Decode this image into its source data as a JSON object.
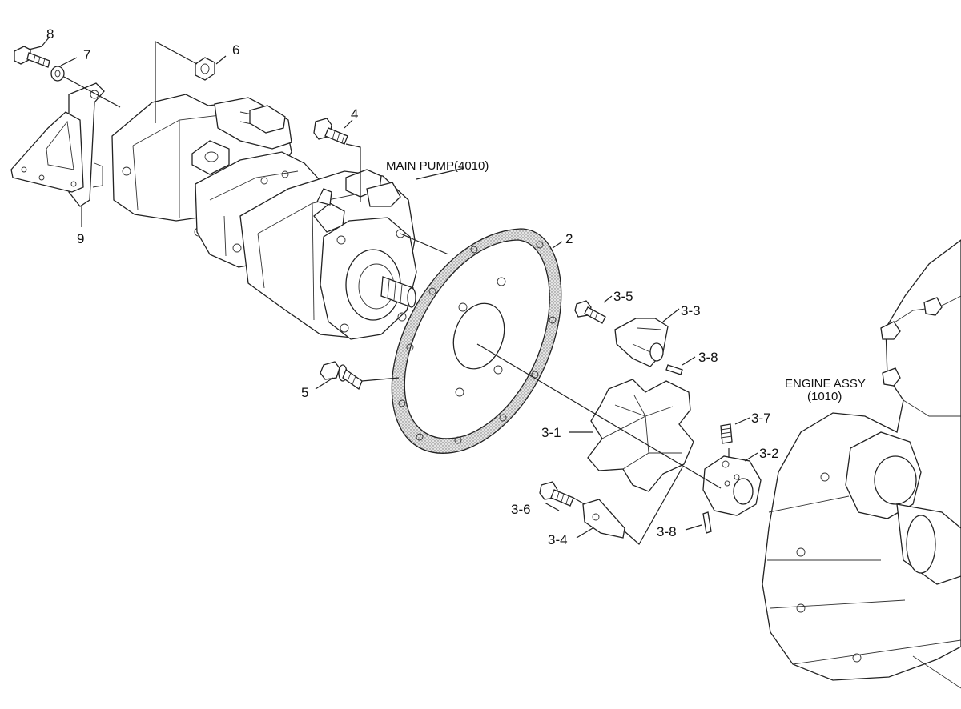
{
  "labels": {
    "main_pump": "MAIN PUMP(4010)",
    "engine_assy_line1": "ENGINE ASSY",
    "engine_assy_line2": "(1010)"
  },
  "callouts": [
    {
      "id": "p8",
      "text": "8"
    },
    {
      "id": "p7",
      "text": "7"
    },
    {
      "id": "p6",
      "text": "6"
    },
    {
      "id": "p4",
      "text": "4"
    },
    {
      "id": "p9",
      "text": "9"
    },
    {
      "id": "p2",
      "text": "2"
    },
    {
      "id": "p3-5",
      "text": "3-5"
    },
    {
      "id": "p3-3",
      "text": "3-3"
    },
    {
      "id": "p3-8a",
      "text": "3-8"
    },
    {
      "id": "p5",
      "text": "5"
    },
    {
      "id": "p3-7",
      "text": "3-7"
    },
    {
      "id": "p3-1",
      "text": "3-1"
    },
    {
      "id": "p3-2",
      "text": "3-2"
    },
    {
      "id": "p3-6",
      "text": "3-6"
    },
    {
      "id": "p3-4",
      "text": "3-4"
    },
    {
      "id": "p3-8b",
      "text": "3-8"
    }
  ]
}
